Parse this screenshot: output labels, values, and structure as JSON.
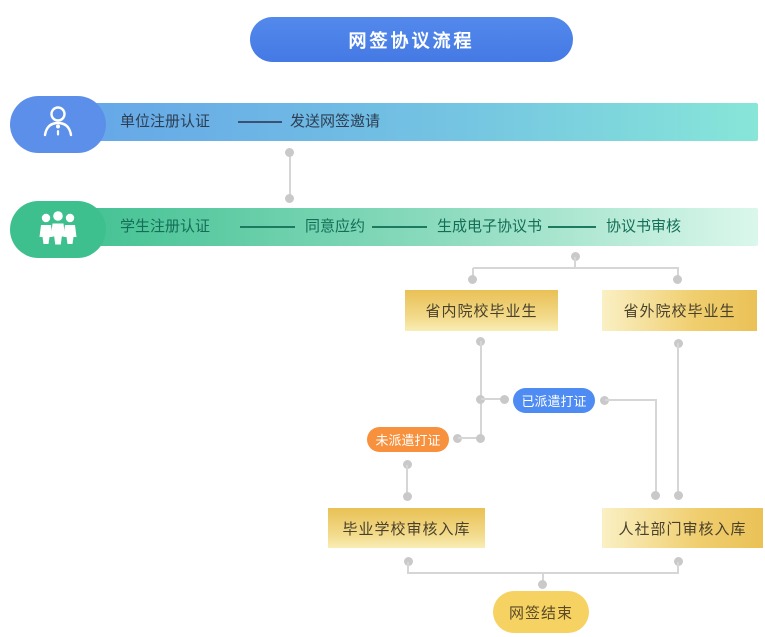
{
  "title": "网签协议流程",
  "lanes": {
    "employer": {
      "icon": "user-icon",
      "step1": "单位注册认证",
      "step2": "发送网签邀请"
    },
    "student": {
      "icon": "group-icon",
      "step1": "学生注册认证",
      "step2": "同意应约",
      "step3": "生成电子协议书",
      "step4": "协议书审核"
    }
  },
  "branches": {
    "in_province": "省内院校毕业生",
    "out_province": "省外院校毕业生"
  },
  "status": {
    "dispatched": "已派遣打证",
    "not_dispatched": "未派遣打证"
  },
  "reviews": {
    "school": "毕业学校审核入库",
    "hr_dept": "人社部门审核入库"
  },
  "end": {
    "label": "网签结束"
  },
  "colors": {
    "title_bg": "#4b80e8",
    "lane1_bar_start": "#66a7e8",
    "lane1_bar_end": "#87e6d8",
    "lane2_bar_start": "#44c294",
    "lane2_bar_end": "#dbf7ec",
    "blob_blue": "#5c8fea",
    "blob_green": "#3ec08e",
    "pill_blue": "#4e8bf2",
    "pill_orange": "#f7913e",
    "node_gold": "#eac157",
    "node_gold_light": "#f9edb6",
    "end_pill": "#f6d262",
    "connector": "#d6d6d6"
  }
}
